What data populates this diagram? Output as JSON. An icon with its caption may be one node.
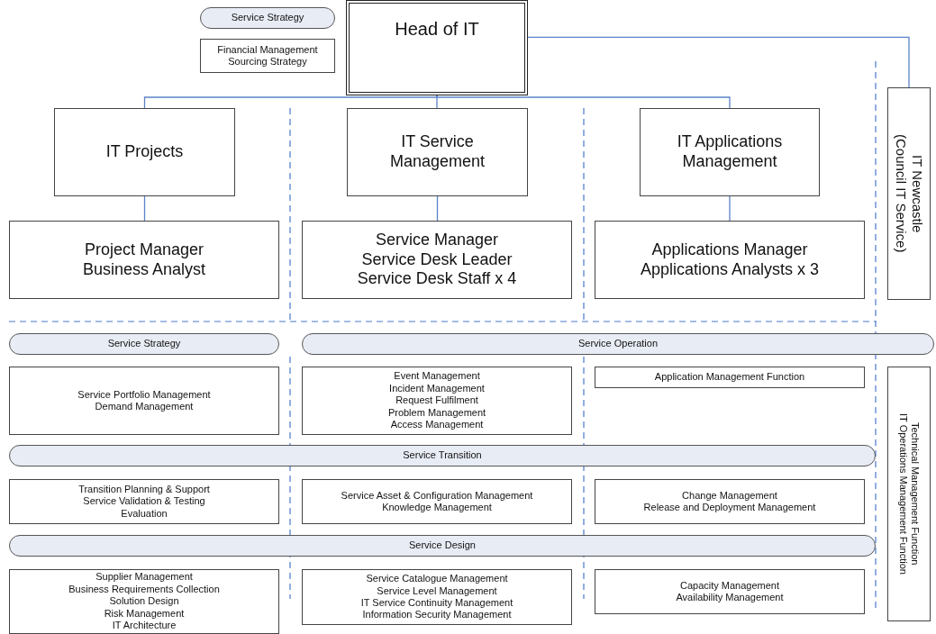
{
  "diagram": {
    "nodes": [
      {
        "text": [
          "Service Strategy"
        ]
      },
      {
        "text": [
          "Financial Management",
          "Sourcing Strategy"
        ]
      },
      {
        "text": [
          "Head of IT"
        ]
      },
      {
        "text": [
          "IT Projects"
        ]
      },
      {
        "text": [
          "IT Service Management"
        ]
      },
      {
        "text": [
          "IT Applications Management"
        ]
      },
      {
        "text": [
          "IT Newcastle",
          "(Council IT Service)"
        ]
      },
      {
        "text": [
          "Project Manager",
          "Business Analyst"
        ]
      },
      {
        "text": [
          "Service Manager",
          "Service Desk Leader",
          "Service Desk Staff x 4"
        ]
      },
      {
        "text": [
          "Applications Manager",
          "Applications Analysts x 3"
        ]
      },
      {
        "text": [
          "Service Strategy"
        ]
      },
      {
        "text": [
          "Service Operation"
        ]
      },
      {
        "text": [
          "Service Portfolio Management",
          "Demand Management"
        ]
      },
      {
        "text": [
          "Event Management",
          "Incident Management",
          "Request Fulfilment",
          "Problem Management",
          "Access Management"
        ]
      },
      {
        "text": [
          "Application Management Function"
        ]
      },
      {
        "text": [
          "Technical Management Function",
          "IT Operations Management Function"
        ]
      },
      {
        "text": [
          "Service Transition"
        ]
      },
      {
        "text": [
          "Transition Planning & Support",
          "Service Validation & Testing",
          "Evaluation"
        ]
      },
      {
        "text": [
          "Service Asset & Configuration Management",
          "Knowledge Management"
        ]
      },
      {
        "text": [
          "Change Management",
          "Release and Deployment Management"
        ]
      },
      {
        "text": [
          "Service Design"
        ]
      },
      {
        "text": [
          "Supplier Management",
          "Business Requirements Collection",
          "Solution Design",
          "Risk Management",
          "IT Architecture"
        ]
      },
      {
        "text": [
          "Service Catalogue Management",
          "Service Level Management",
          "IT Service Continuity Management",
          "Information Security Management"
        ]
      },
      {
        "text": [
          "Capacity Management",
          "Availability Management"
        ]
      }
    ],
    "edges": [
      {
        "from": 2,
        "to": 3,
        "arrow": "none"
      },
      {
        "from": 2,
        "to": 4,
        "arrow": "none"
      },
      {
        "from": 2,
        "to": 5,
        "arrow": "none"
      },
      {
        "from": 2,
        "to": 6,
        "arrow": "none"
      },
      {
        "from": 3,
        "to": 7,
        "arrow": "none"
      },
      {
        "from": 4,
        "to": 8,
        "arrow": "none"
      },
      {
        "from": 5,
        "to": 9,
        "arrow": "none"
      }
    ]
  }
}
